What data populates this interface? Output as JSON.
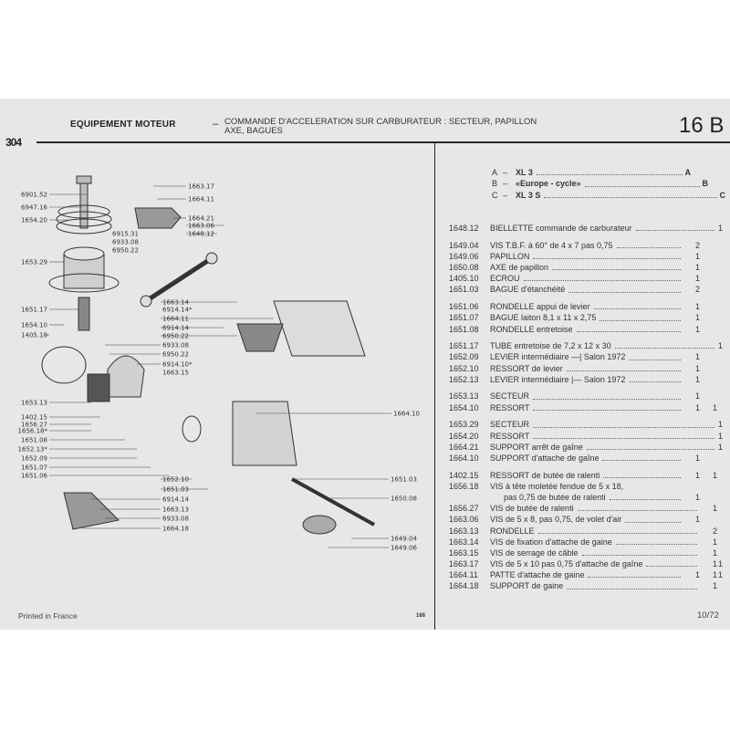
{
  "header": {
    "brand": "304",
    "section": "EQUIPEMENT MOTEUR",
    "dash": "–",
    "title_line1": "COMMANDE D'ACCELERATION SUR CARBURATEUR : SECTEUR, PAPILLON",
    "title_line2": "AXE, BAGUES",
    "code": "16 B"
  },
  "variants": [
    {
      "letter": "A",
      "name": "XL 3",
      "col": "A"
    },
    {
      "letter": "B",
      "name": "«Europe - cycle»",
      "col": "B"
    },
    {
      "letter": "C",
      "name": "XL 3 S",
      "col": "C"
    }
  ],
  "parts_groups": [
    [
      {
        "ref": "1648.12",
        "desc": "BIELLETTE commande de carburateur",
        "qty": [
          "",
          "",
          "1"
        ]
      }
    ],
    [
      {
        "ref": "1649.04",
        "desc": "VIS T.B.F. à 60° de 4 x 7 pas 0,75",
        "qty": [
          "2",
          "",
          ""
        ]
      },
      {
        "ref": "1649.06",
        "desc": "PAPILLON",
        "qty": [
          "1",
          "",
          ""
        ]
      },
      {
        "ref": "1650.08",
        "desc": "AXE de papillon",
        "qty": [
          "1",
          "",
          ""
        ]
      },
      {
        "ref": "1405.10",
        "desc": "ECROU",
        "qty": [
          "1",
          "",
          ""
        ]
      },
      {
        "ref": "1651.03",
        "desc": "BAGUE d'étanchéité",
        "qty": [
          "2",
          "",
          ""
        ]
      }
    ],
    [
      {
        "ref": "1651.06",
        "desc": "RONDELLE appui de levier",
        "qty": [
          "1",
          "",
          ""
        ]
      },
      {
        "ref": "1651.07",
        "desc": "BAGUE laiton 8,1 x 11 x 2,75",
        "qty": [
          "1",
          "",
          ""
        ]
      },
      {
        "ref": "1651.08",
        "desc": "RONDELLE entretoise",
        "qty": [
          "1",
          "",
          ""
        ]
      }
    ],
    [
      {
        "ref": "1651.17",
        "desc": "TUBE entretoise de 7,2 x 12 x 30",
        "qty": [
          "",
          "",
          "1"
        ]
      },
      {
        "ref": "1652.09",
        "desc": "LEVIER intermédiaire —| Salon 1972",
        "qty": [
          "1",
          "",
          ""
        ]
      },
      {
        "ref": "1652.10",
        "desc": "RESSORT de levier",
        "qty": [
          "1",
          "",
          ""
        ]
      },
      {
        "ref": "1652.13",
        "desc": "LEVIER intermédiaire |— Salon 1972",
        "qty": [
          "1",
          "",
          ""
        ]
      }
    ],
    [
      {
        "ref": "1653.13",
        "desc": "SECTEUR",
        "qty": [
          "1",
          "",
          ""
        ]
      },
      {
        "ref": "1654.10",
        "desc": "RESSORT",
        "qty": [
          "1",
          "1",
          ""
        ]
      }
    ],
    [
      {
        "ref": "1653.29",
        "desc": "SECTEUR",
        "qty": [
          "",
          "",
          "1"
        ]
      },
      {
        "ref": "1654.20",
        "desc": "RESSORT",
        "qty": [
          "",
          "",
          "1"
        ]
      },
      {
        "ref": "1664.21",
        "desc": "SUPPORT arrêt de gaîne",
        "qty": [
          "",
          "",
          "1"
        ]
      },
      {
        "ref": "1664.10",
        "desc": "SUPPORT d'attache de gaîne",
        "qty": [
          "1",
          "",
          ""
        ]
      }
    ],
    [
      {
        "ref": "1402.15",
        "desc": "RESSORT de butée de ralenti",
        "qty": [
          "1",
          "1",
          ""
        ]
      },
      {
        "ref": "1656.18",
        "desc": "VIS à tête moletée fendue de 5 x 18,",
        "qty": [
          "",
          "",
          ""
        ],
        "nodots": true
      },
      {
        "ref": "",
        "desc": "      pas 0,75 de butée de ralenti",
        "qty": [
          "1",
          "",
          ""
        ]
      },
      {
        "ref": "1656.27",
        "desc": "VIS de butée de ralenti",
        "qty": [
          "",
          "1",
          ""
        ]
      },
      {
        "ref": "1663.06",
        "desc": "VIS de 5 x 8, pas 0,75, de volet d'air",
        "qty": [
          "1",
          "",
          ""
        ]
      },
      {
        "ref": "1663.13",
        "desc": "RONDELLE",
        "qty": [
          "",
          "2",
          ""
        ]
      },
      {
        "ref": "1663.14",
        "desc": "VIS de fixation d'attache de gaine",
        "qty": [
          "",
          "1",
          ""
        ]
      },
      {
        "ref": "1663.15",
        "desc": "VIS de serrage de câble",
        "qty": [
          "",
          "1",
          ""
        ]
      },
      {
        "ref": "1663.17",
        "desc": "VIS de 5 x 10 pas 0,75 d'attache de gaîne",
        "qty": [
          "",
          "1",
          "1"
        ]
      },
      {
        "ref": "1664.11",
        "desc": "PATTE d'attache de gaine",
        "qty": [
          "1",
          "1",
          "1"
        ]
      },
      {
        "ref": "1664.18",
        "desc": "SUPPORT de gaine",
        "qty": [
          "",
          "1",
          ""
        ]
      }
    ]
  ],
  "diagram_labels": [
    "6901.52",
    "6947.16",
    "1654.20",
    "1653.29",
    "1651.17",
    "1654.10",
    "1405.10",
    "1653.13",
    "1402.15",
    "1656.27",
    "1656.18*",
    "1651.08",
    "1652.13*",
    "1652.09",
    "1651.07",
    "1651.06",
    "1663.17",
    "1664.11",
    "1664.21",
    "1663.06",
    "1648.12",
    "6915.31",
    "6933.08",
    "6950.22",
    "1663.14",
    "6914.14*",
    "1664.11",
    "6914.14",
    "6950.22",
    "6933.08",
    "6950.22",
    "6914.10*",
    "1663.15",
    "1664.10",
    "1651.03",
    "1650.08",
    "1649.04",
    "1649.06",
    "1652.10",
    "1651.03",
    "6914.14",
    "1663.13",
    "6933.08",
    "1664.18"
  ],
  "footer": {
    "printed": "Printed in France",
    "page_number": "168",
    "date": "10/72"
  }
}
